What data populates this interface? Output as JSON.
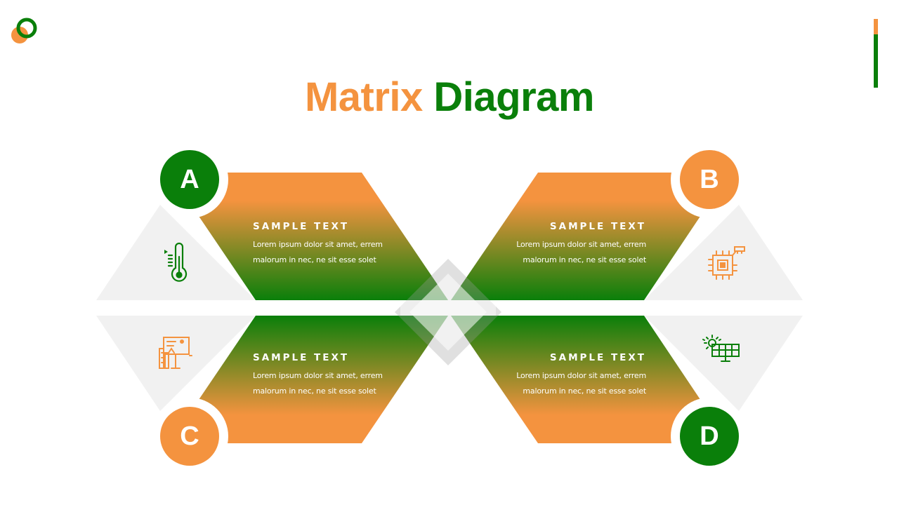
{
  "title": {
    "part1": "Matrix",
    "part2": "Diagram"
  },
  "colors": {
    "orange": "#F4933F",
    "green": "#0A7F0A",
    "panel": "#F1F1F1",
    "gap": "#FFFFFF"
  },
  "quadrants": [
    {
      "letter": "A",
      "heading": "SAMPLE TEXT",
      "line1": "Lorem ipsum dolor sit amet, errem",
      "line2": "malorum in nec, ne sit esse solet",
      "icon": "thermometer-icon"
    },
    {
      "letter": "B",
      "heading": "SAMPLE TEXT",
      "line1": "Lorem ipsum dolor sit amet, errem",
      "line2": "malorum in nec, ne sit esse solet",
      "icon": "microchip-icon"
    },
    {
      "letter": "C",
      "heading": "SAMPLE TEXT",
      "line1": "Lorem ipsum dolor sit amet, errem",
      "line2": "malorum in nec, ne sit esse solet",
      "icon": "presentation-chart-icon"
    },
    {
      "letter": "D",
      "heading": "SAMPLE TEXT",
      "line1": "Lorem ipsum dolor sit amet, errem",
      "line2": "malorum in nec, ne sit esse solet",
      "icon": "solar-panel-icon"
    }
  ]
}
